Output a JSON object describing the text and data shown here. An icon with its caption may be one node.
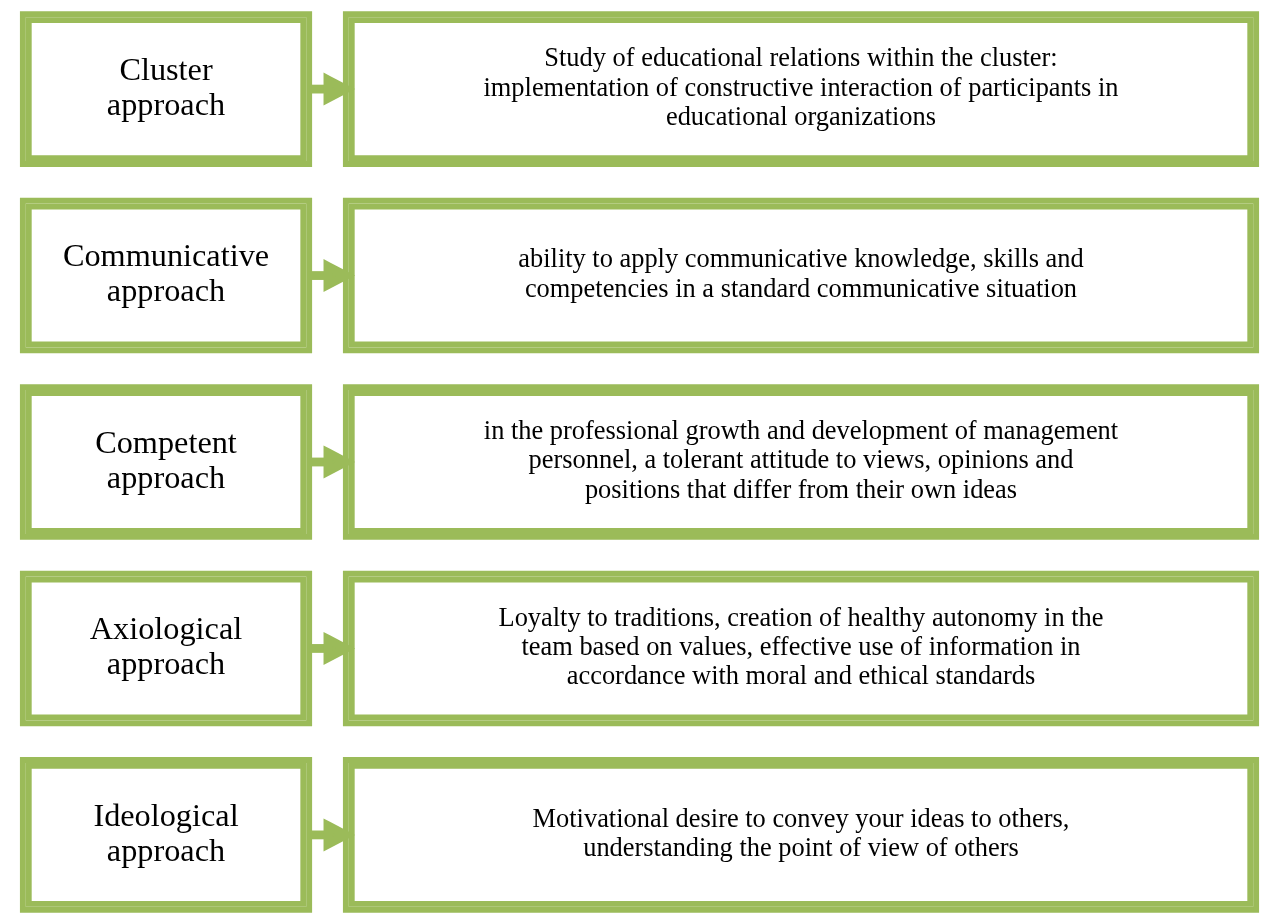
{
  "diagram": {
    "nodes": [
      {
        "text": [
          "Ideological approach"
        ]
      },
      {
        "text": [
          "Motivational desire to convey your ideas to others, understanding the point of view of others"
        ]
      },
      {
        "text": [
          "Axiological approach"
        ]
      },
      {
        "text": [
          "Loyalty to traditions, creation of healthy autonomy in the team based on values, effective use of information in accordance with moral and ethical standards"
        ]
      },
      {
        "text": [
          "Competent approach"
        ]
      },
      {
        "text": [
          "in the professional growth and development of management personnel, a tolerant attitude to views, opinions and positions that differ from their own ideas"
        ]
      },
      {
        "text": [
          "Communicative approach"
        ]
      },
      {
        "text": [
          "ability to apply communicative knowledge, skills and competencies in a standard communicative situation"
        ]
      },
      {
        "text": [
          "Cluster approach"
        ]
      },
      {
        "text": [
          "Study of educational relations within the cluster: implementation of constructive interaction of participants in educational organizations"
        ]
      }
    ],
    "edges": [
      {
        "from": 0,
        "to": 1,
        "arrow": "to"
      },
      {
        "from": 2,
        "to": 3,
        "arrow": "to"
      },
      {
        "from": 4,
        "to": 5,
        "arrow": "to"
      },
      {
        "from": 6,
        "to": 7,
        "arrow": "to"
      },
      {
        "from": 8,
        "to": 9,
        "arrow": "to"
      }
    ]
  }
}
